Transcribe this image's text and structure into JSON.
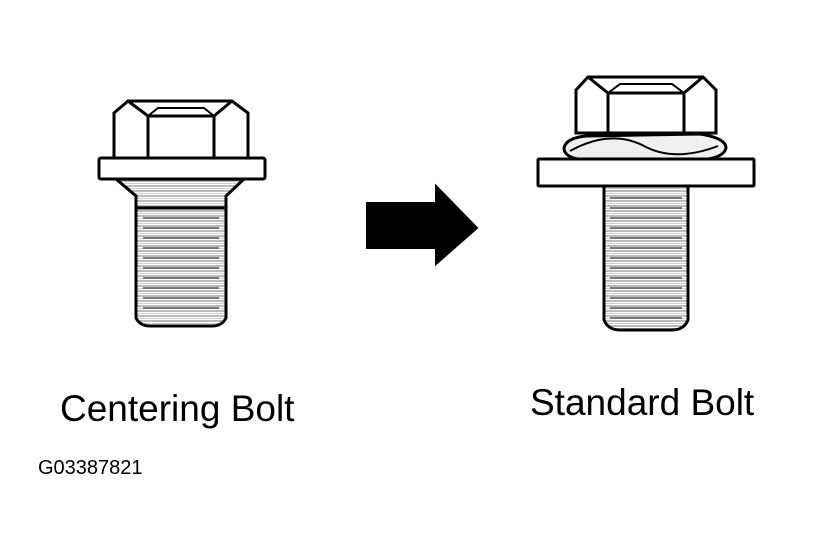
{
  "labels": {
    "left_caption": "Centering Bolt",
    "right_caption": "Standard Bolt",
    "figure_code": "G03387821"
  },
  "colors": {
    "ink": "#000000",
    "paper": "#ffffff",
    "thread_gray": "#bdbdbd",
    "shade_gray": "#d9d9d9"
  },
  "icons": {
    "direction": "right-arrow-icon"
  }
}
